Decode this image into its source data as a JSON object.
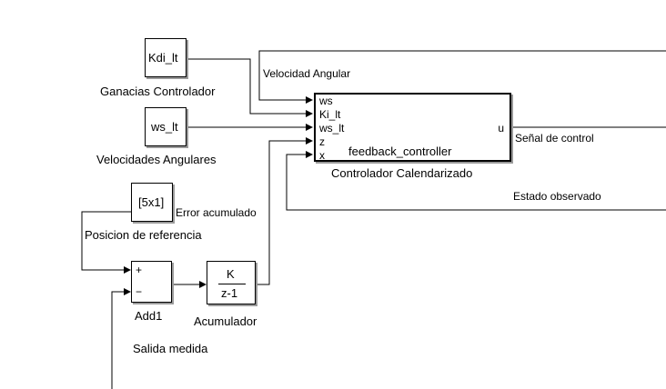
{
  "blocks": {
    "kdi": {
      "text": "Kdi_lt",
      "label": "Ganacias Controlador"
    },
    "ws": {
      "text": "ws_lt",
      "label": "Velocidades Angulares"
    },
    "ref": {
      "text": "[5x1]",
      "label": "Posicion de referencia"
    },
    "add": {
      "plus": "+",
      "minus": "−",
      "label": "Add1"
    },
    "acc": {
      "num": "K",
      "den": "z-1",
      "label": "Acumulador"
    },
    "ctrl": {
      "inputs": [
        "ws",
        "Ki_lt",
        "ws_lt",
        "z",
        "x"
      ],
      "output": "u",
      "function": "feedback_controller",
      "label": "Controlador Calendarizado"
    }
  },
  "signals": {
    "velocidad_angular": "Velocidad Angular",
    "senal_control": "Señal de control",
    "estado_observado": "Estado observado",
    "error_acumulado": "Error acumulado",
    "salida_medida": "Salida medida"
  }
}
